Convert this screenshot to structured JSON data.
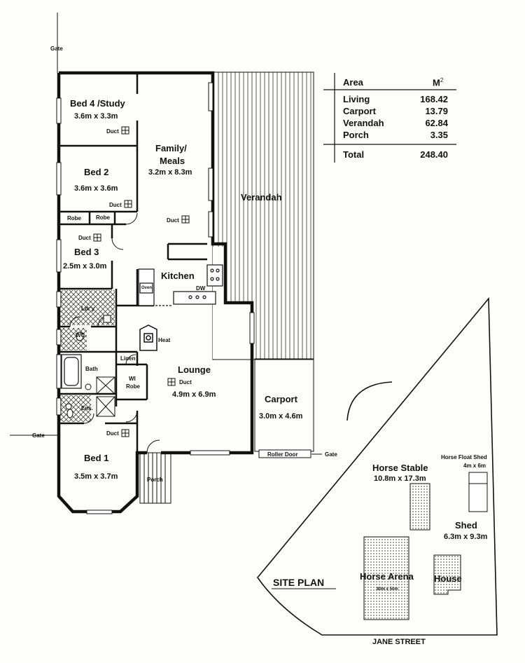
{
  "labels": {
    "gate_top": "Gate",
    "gate_left": "Gate",
    "gate_carport": "Gate",
    "bed4_name": "Bed 4 /Study",
    "bed4_size": "3.6m x 3.3m",
    "bed2_name": "Bed 2",
    "bed2_size": "3.6m x 3.6m",
    "bed3_name": "Bed 3",
    "bed3_size": "2.5m x 3.0m",
    "bed1_name": "Bed 1",
    "bed1_size": "3.5m x 3.7m",
    "family_name_1": "Family/",
    "family_name_2": "Meals",
    "family_size": "3.2m x 8.3m",
    "verandah": "Verandah",
    "kitchen": "Kitchen",
    "oven": "Oven",
    "dw": "DW",
    "robe_1": "Robe",
    "robe_2": "Robe",
    "laundry": "Ldr'y",
    "wc": "WC",
    "bath": "Bath",
    "ensuite": "Ens.",
    "linen": "Linen",
    "wi_robe_1": "WI",
    "wi_robe_2": "Robe",
    "heat": "Heat",
    "lounge_name": "Lounge",
    "lounge_size": "4.9m x 6.9m",
    "carport_name": "Carport",
    "carport_size": "3.0m x 4.6m",
    "roller_door": "Roller Door",
    "porch": "Porch",
    "duct_bed4": "Duct",
    "duct_bed2": "Duct",
    "duct_family": "Duct",
    "duct_bed3": "Duct",
    "duct_lounge": "Duct",
    "duct_bed1": "Duct"
  },
  "area_table": {
    "header_label": "Area",
    "header_unit": "M",
    "header_unit_sup": "2",
    "rows": [
      {
        "name": "Living",
        "value": "168.42"
      },
      {
        "name": "Carport",
        "value": "13.79"
      },
      {
        "name": "Verandah",
        "value": "62.84"
      },
      {
        "name": "Porch",
        "value": "3.35"
      }
    ],
    "total_label": "Total",
    "total_value": "248.40"
  },
  "site_plan": {
    "title": "SITE PLAN",
    "street": "JANE STREET",
    "horse_stable_name": "Horse Stable",
    "horse_stable_size": "10.8m x 17.3m",
    "float_shed_name": "Horse Float Shed",
    "float_shed_size": "4m x 6m",
    "shed_name": "Shed",
    "shed_size": "6.3m x 9.3m",
    "arena_name": "Horse Arena",
    "arena_size": "80m x 50m",
    "house": "House"
  }
}
